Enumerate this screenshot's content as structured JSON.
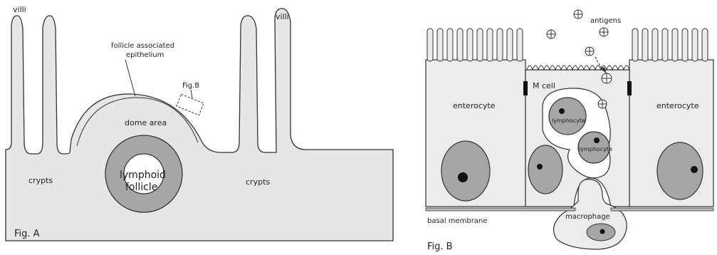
{
  "figA": {
    "villi_left": "villi",
    "villi_right": "villi",
    "fae_line1": "follicle associated",
    "fae_line2": "epithelium",
    "figb_ref": "Fig.B",
    "dome": "dome area",
    "lymphoid_line1": "lymphoid",
    "lymphoid_line2": "follicle",
    "crypts_left": "crypts",
    "crypts_right": "crypts",
    "caption": "Fig. A"
  },
  "figB": {
    "antigens": "antigens",
    "m_cell": "M cell",
    "enterocyte_left": "enterocyte",
    "enterocyte_right": "enterocyte",
    "lymphocyte1": "lymphocyte",
    "lymphocyte2": "lymphocyte",
    "basal": "basal membrane",
    "macrophage": "macrophage",
    "caption": "Fig. B"
  }
}
